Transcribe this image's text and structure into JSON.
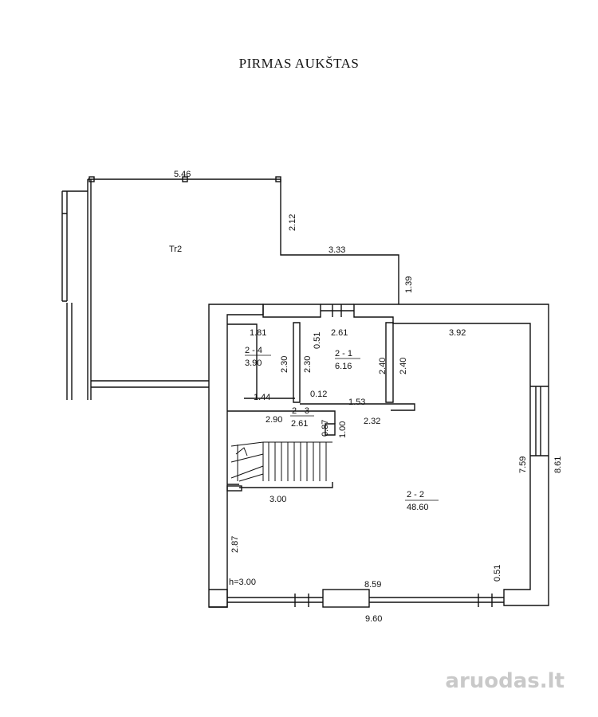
{
  "title": "PIRMAS AUKŠTAS",
  "watermark": {
    "brand": "aruodas",
    "suffix": ".lt"
  },
  "rooms": {
    "terrace": "Tr2",
    "r24_id": "2 - 4",
    "r24_area": "3.90",
    "r21_id": "2 - 1",
    "r21_area": "6.16",
    "r23_id": "2 - 3",
    "r23_area": "2.61",
    "r22_id": "2 - 2",
    "r22_area": "48.60"
  },
  "dims": {
    "d546": "5.46",
    "d212": "2.12",
    "d333": "3.33",
    "d139": "1.39",
    "d181": "1.81",
    "d051a": "0.51",
    "d261": "2.61",
    "d392": "3.92",
    "d230a": "2.30",
    "d230b": "2.30",
    "d240a": "2.40",
    "d240b": "2.40",
    "d144": "1.44",
    "d012": "0.12",
    "d153": "1.53",
    "d290": "2.90",
    "d087": "0.87",
    "d100": "1.00",
    "d232": "2.32",
    "d759": "7.59",
    "d861": "8.61",
    "d300": "3.00",
    "d287": "2.87",
    "dh": "h=3.00",
    "d859": "8.59",
    "d051b": "0.51",
    "d960": "9.60"
  }
}
